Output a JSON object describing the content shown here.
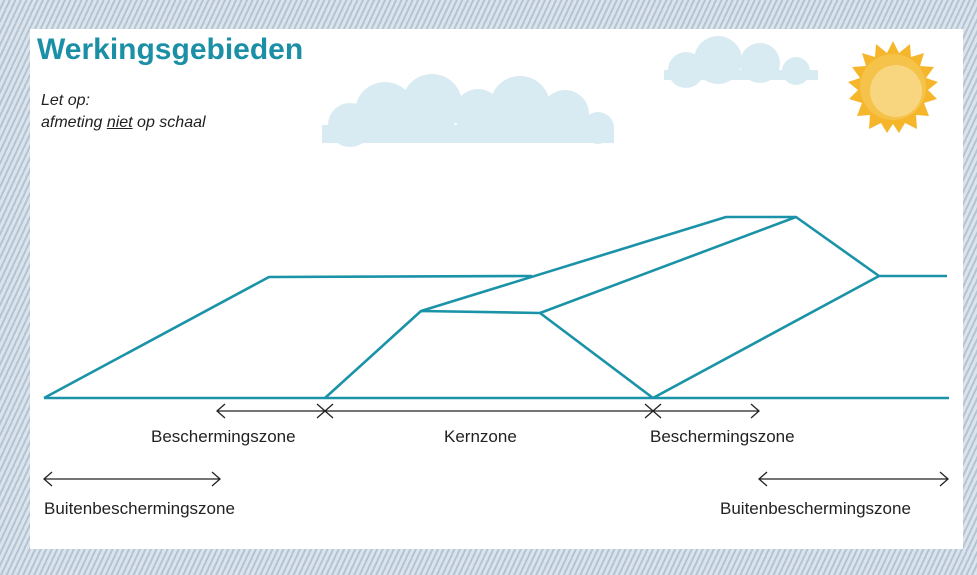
{
  "title": "Werkingsgebieden",
  "note": {
    "line1": "Let op:",
    "line2_underlined": "niet",
    "line2_before": "afmeting ",
    "line2_after": " op schaal"
  },
  "zones": {
    "bescherming_left": "Beschermingszone",
    "kern": "Kernzone",
    "bescherming_right": "Beschermingszone",
    "buiten_left": "Buitenbeschermingszone",
    "buiten_right": "Buitenbeschermingszone"
  },
  "colors": {
    "accent": "#1a8fa6",
    "line": "#1a93a8",
    "cloud": "#d9ebf2",
    "sun": "#f2ad2a",
    "background_hatch": "#c5d3df"
  }
}
